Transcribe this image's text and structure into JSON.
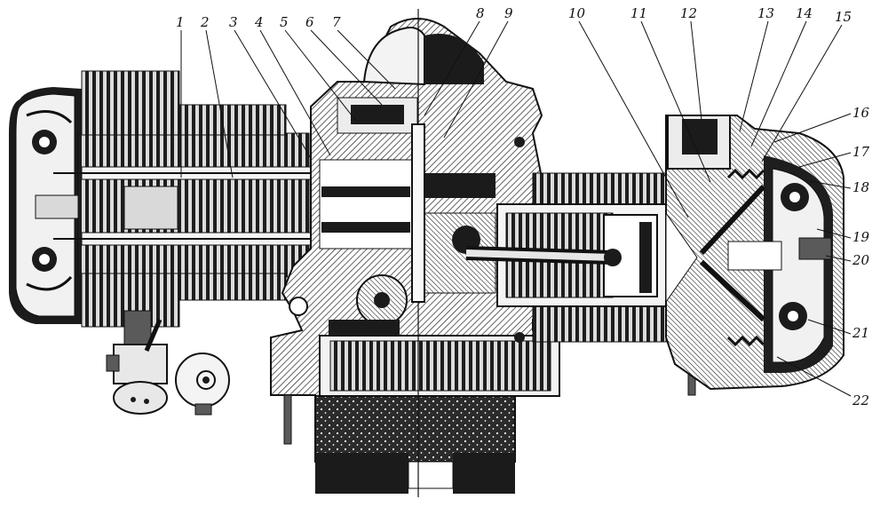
{
  "diagram": {
    "labels": [
      {
        "id": "1",
        "text": "1"
      },
      {
        "id": "2",
        "text": "2"
      },
      {
        "id": "3",
        "text": "3"
      },
      {
        "id": "4",
        "text": "4"
      },
      {
        "id": "5",
        "text": "5"
      },
      {
        "id": "6",
        "text": "6"
      },
      {
        "id": "7",
        "text": "7"
      },
      {
        "id": "8",
        "text": "8"
      },
      {
        "id": "9",
        "text": "9"
      },
      {
        "id": "10",
        "text": "10"
      },
      {
        "id": "11",
        "text": "11"
      },
      {
        "id": "12",
        "text": "12"
      },
      {
        "id": "13",
        "text": "13"
      },
      {
        "id": "14",
        "text": "14"
      },
      {
        "id": "15",
        "text": "15"
      },
      {
        "id": "16",
        "text": "16"
      },
      {
        "id": "17",
        "text": "17"
      },
      {
        "id": "18",
        "text": "18"
      },
      {
        "id": "19",
        "text": "19"
      },
      {
        "id": "20",
        "text": "20"
      },
      {
        "id": "21",
        "text": "21"
      },
      {
        "id": "22",
        "text": "22"
      }
    ]
  }
}
